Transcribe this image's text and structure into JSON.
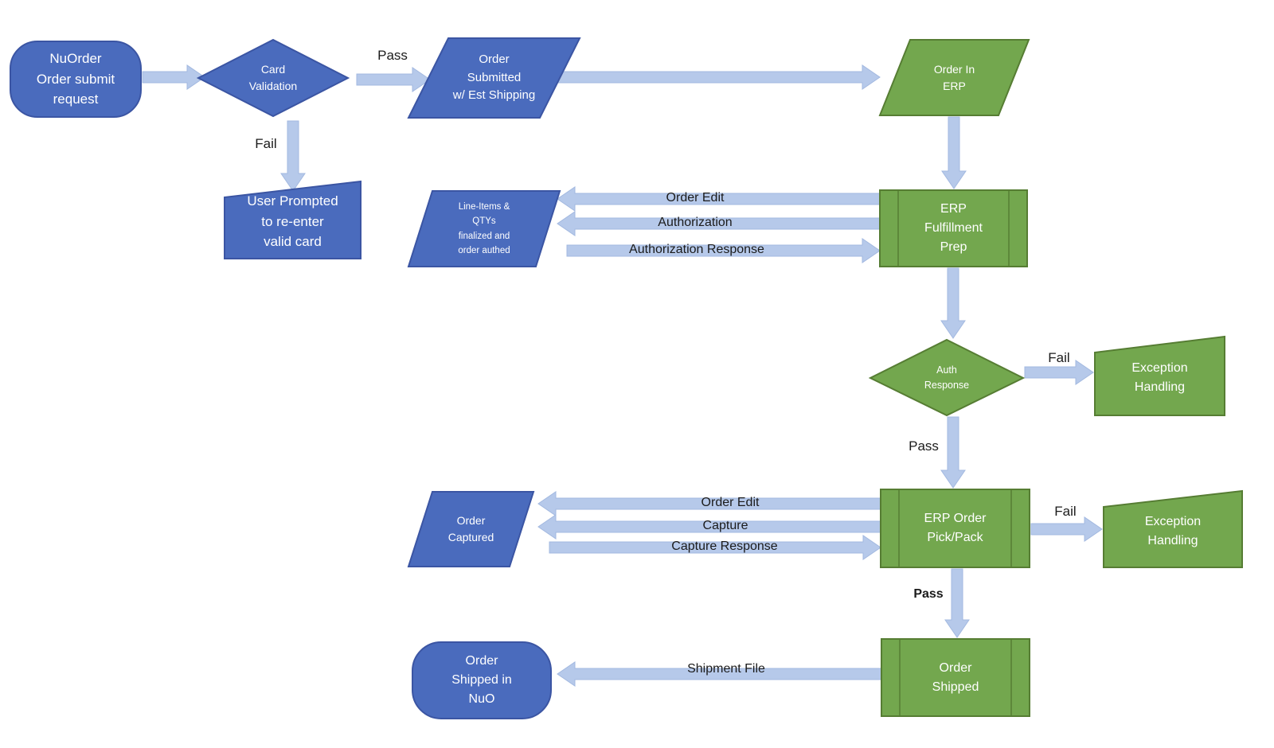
{
  "colors": {
    "blue-fill": "#4a6bbd",
    "blue-stroke": "#3b55a3",
    "green-fill": "#73a74e",
    "green-stroke": "#567d33",
    "arrow-fill": "#b6c9ea",
    "arrow-stroke": "#a3b9e0",
    "label-color": "#1b1b1b"
  },
  "nodes": {
    "start": {
      "label": "NuOrder\nOrder submit\nrequest"
    },
    "card_validation": {
      "label": "Card\nValidation"
    },
    "order_submitted": {
      "label": "Order\nSubmitted\nw/ Est Shipping"
    },
    "order_in_erp": {
      "label": "Order In\nERP"
    },
    "user_prompted": {
      "label": "User Prompted\nto re-enter\nvalid card"
    },
    "line_items": {
      "label": "Line-Items &\nQTYs\nfinalized and\norder authed"
    },
    "erp_fulfillment_prep": {
      "label": "ERP\nFulfillment\nPrep"
    },
    "auth_response": {
      "label": "Auth\nResponse"
    },
    "exception_handling_1": {
      "label": "Exception\nHandling"
    },
    "order_captured": {
      "label": "Order\nCaptured"
    },
    "erp_order_pick_pack": {
      "label": "ERP Order\nPick/Pack"
    },
    "exception_handling_2": {
      "label": "Exception\nHandling"
    },
    "order_shipped": {
      "label": "Order\nShipped"
    },
    "order_shipped_nuo": {
      "label": "Order\nShipped in\nNuO"
    }
  },
  "edge_labels": {
    "pass_card_validation": "Pass",
    "fail_card_validation": "Fail",
    "order_edit_fulfillment": "Order Edit",
    "authorization": "Authorization",
    "authorization_response": "Authorization Response",
    "fail_auth_response": "Fail",
    "pass_auth_response": "Pass",
    "order_edit_pick_pack": "Order Edit",
    "capture": "Capture",
    "capture_response": "Capture Response",
    "fail_pick_pack": "Fail",
    "pass_pick_pack": "Pass",
    "shipment_file": "Shipment File"
  }
}
